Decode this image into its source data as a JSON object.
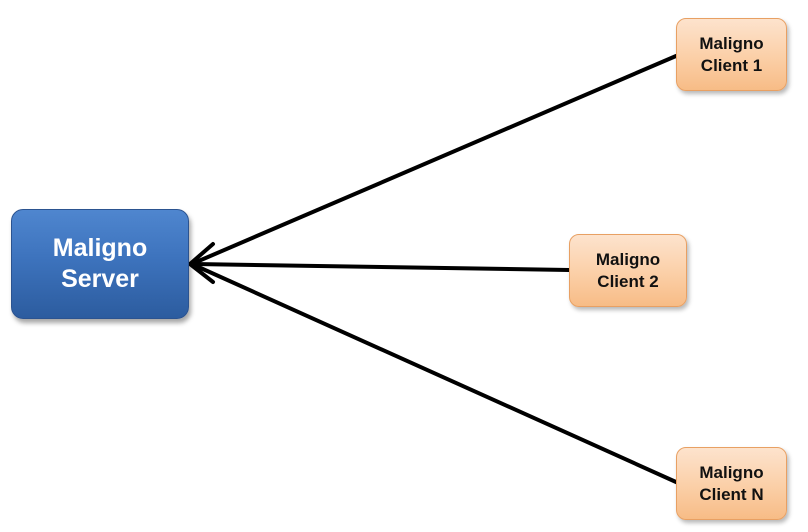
{
  "server": {
    "line1": "Maligno",
    "line2": "Server"
  },
  "clients": [
    {
      "line1": "Maligno",
      "line2": "Client 1"
    },
    {
      "line1": "Maligno",
      "line2": "Client 2"
    },
    {
      "line1": "Maligno",
      "line2": "Client N"
    }
  ],
  "colors": {
    "server_fill": "#3d73bd",
    "client_fill": "#fbcfa7",
    "client_border": "#e8a063",
    "connector": "#000000"
  }
}
